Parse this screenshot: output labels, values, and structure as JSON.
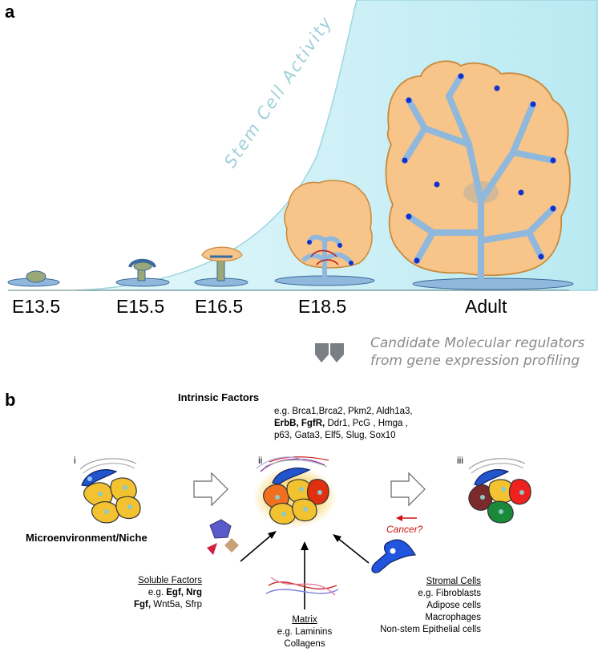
{
  "panel_a": {
    "letter": "a",
    "curve_label": "Stem Cell Activity",
    "stages": [
      {
        "label": "E13.5"
      },
      {
        "label": "E15.5"
      },
      {
        "label": "E16.5"
      },
      {
        "label": "E18.5"
      },
      {
        "label": "Adult"
      }
    ],
    "candidate_line1": "Candidate Molecular regulators",
    "candidate_line2": "from gene expression profiling"
  },
  "panel_b": {
    "letter": "b",
    "intrinsic": {
      "heading": "Intrinsic Factors",
      "line1": "e.g. Brca1,Brca2, Pkm2, Aldh1a3,",
      "line2_bold": "ErbB, FgfR,",
      "line2_rest": " Ddr1, PcG , Hmga ,",
      "line3": "p63, Gata3, Elf5, Slug, Sox10"
    },
    "stage_i": "i",
    "stage_ii": "ii",
    "stage_iii": "iii",
    "cancer_label": "Cancer?",
    "microenvironment_heading": "Microenvironment/Niche",
    "soluble": {
      "title": "Soluble Factors",
      "eg": "e.g. ",
      "bold1": "Egf, Nrg",
      "bold2": "Fgf,",
      "rest2": " Wnt5a, Sfrp"
    },
    "matrix": {
      "title": "Matrix",
      "line1": "e.g. Laminins",
      "line2": "Collagens"
    },
    "stromal": {
      "title": "Stromal Cells",
      "line1": "e.g. Fibroblasts",
      "line2": "Adipose cells",
      "line3": "Macrophages",
      "line4": "Non-stem Epithelial cells"
    }
  },
  "colors": {
    "curve_fill": "#c5eef5",
    "fat_pad": "#f7c48a",
    "duct": "#8fb8dc",
    "stem_blue": "#1133cc",
    "cell_yellow": "#f2c230",
    "cancer_red": "#cc1111"
  }
}
